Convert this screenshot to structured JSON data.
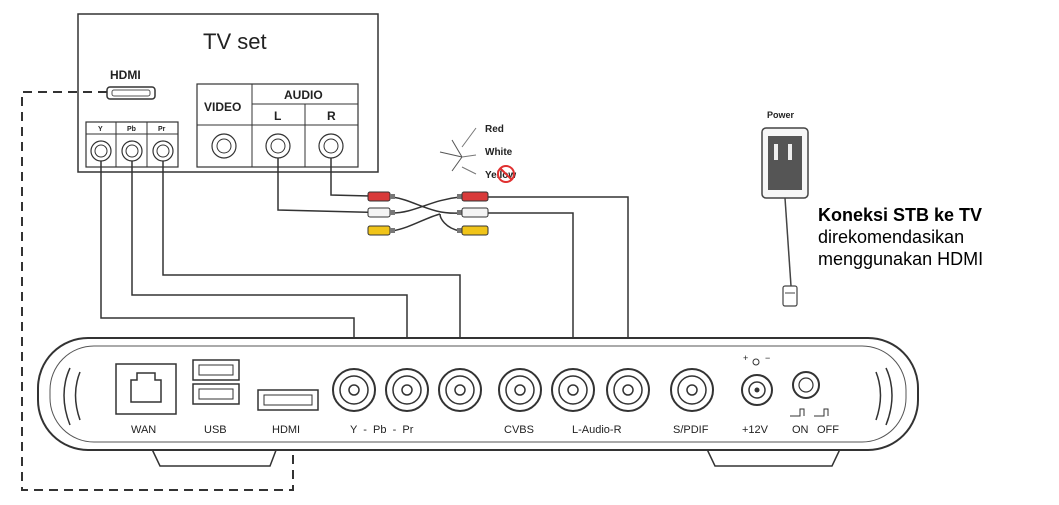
{
  "tv": {
    "title": "TV set",
    "hdmi_label": "HDMI",
    "video_label": "VIDEO",
    "audio_label": "AUDIO",
    "audio_l": "L",
    "audio_r": "R",
    "component_ports": [
      "Y",
      "Pb",
      "Pr"
    ]
  },
  "cable_legend": [
    "Red",
    "White",
    "Yellow"
  ],
  "power_label": "Power",
  "note": {
    "line1": "Koneksi STB ke TV",
    "line2": "direkomendasikan",
    "line3": "menggunakan HDMI"
  },
  "stb": {
    "ports": {
      "wan": "WAN",
      "usb": "USB",
      "hdmi": "HDMI",
      "component": "Y  -  Pb  -  Pr",
      "cvbs": "CVBS",
      "audio": "L-Audio-R",
      "spdif": "S/PDIF",
      "power": "+12V",
      "on": "ON",
      "off": "OFF"
    }
  },
  "colors": {
    "red_plug": "#d83a3a",
    "white_plug": "#f4f4f4",
    "yellow_plug": "#f0c419",
    "line": "#333333"
  }
}
